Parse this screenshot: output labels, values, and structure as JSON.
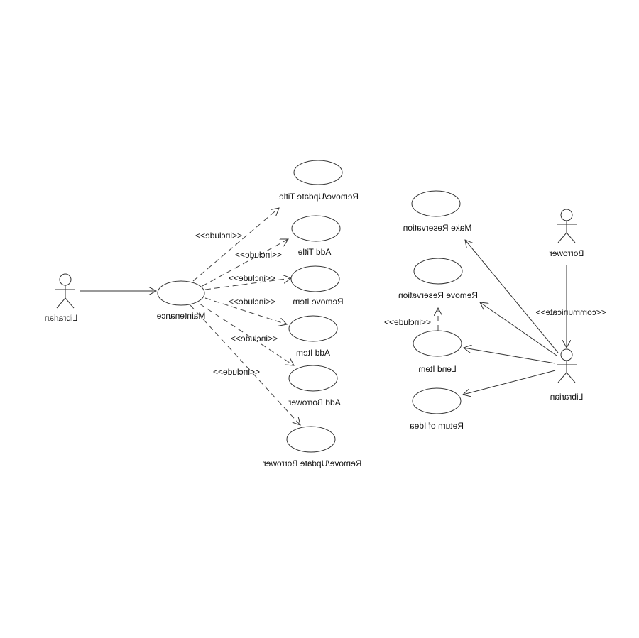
{
  "actors": {
    "librarian_left": "Librarian",
    "borrower": "Borrower",
    "librarian_right": "Librarian"
  },
  "use_cases": {
    "maintenance": "Maintenance",
    "remove_update_title": "Remove/Update Title",
    "add_title": "Add Title",
    "remove_item": "Remove Item",
    "add_item": "Add Item",
    "add_borrower": "Add Borrower",
    "remove_update_borrower": "Remove/Update Borrower",
    "make_reservation": "Make Reservation",
    "remove_reservation": "Remove Reservation",
    "lend_item": "Lend Item",
    "return_of_idea": "Return of Idea"
  },
  "stereotypes": {
    "include": "<<include>>",
    "communicate": "<<communicate>>"
  },
  "style": {
    "mirrored_text": true,
    "line_color": "#333333"
  }
}
